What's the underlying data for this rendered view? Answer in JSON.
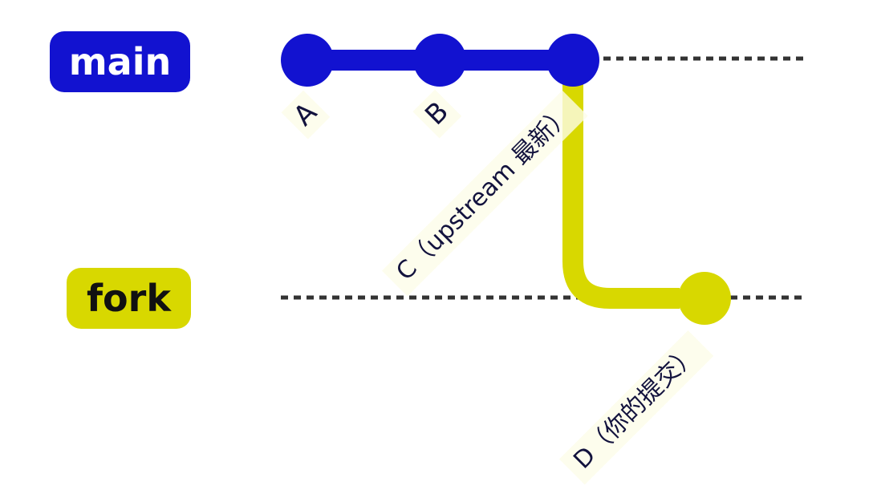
{
  "branches": {
    "main": {
      "badge_label": "main",
      "color": "#1212d0"
    },
    "fork": {
      "badge_label": "fork",
      "color": "#d8d800"
    }
  },
  "commits": {
    "a": {
      "label": "A",
      "branch": "main"
    },
    "b": {
      "label": "B",
      "branch": "main"
    },
    "c": {
      "label": "C（upstream 最新）",
      "branch": "main"
    },
    "d": {
      "label": "D（你的提交）",
      "branch": "fork"
    }
  },
  "colors": {
    "main_blue": "#1212d0",
    "fork_yellow": "#d8d800",
    "guideline_gray": "#333333",
    "label_background": "rgba(252,252,233,0.8)",
    "label_text": "#12123d",
    "main_badge_text": "#ffffff",
    "fork_badge_text": "#111111",
    "page_background": "#ffffff"
  }
}
